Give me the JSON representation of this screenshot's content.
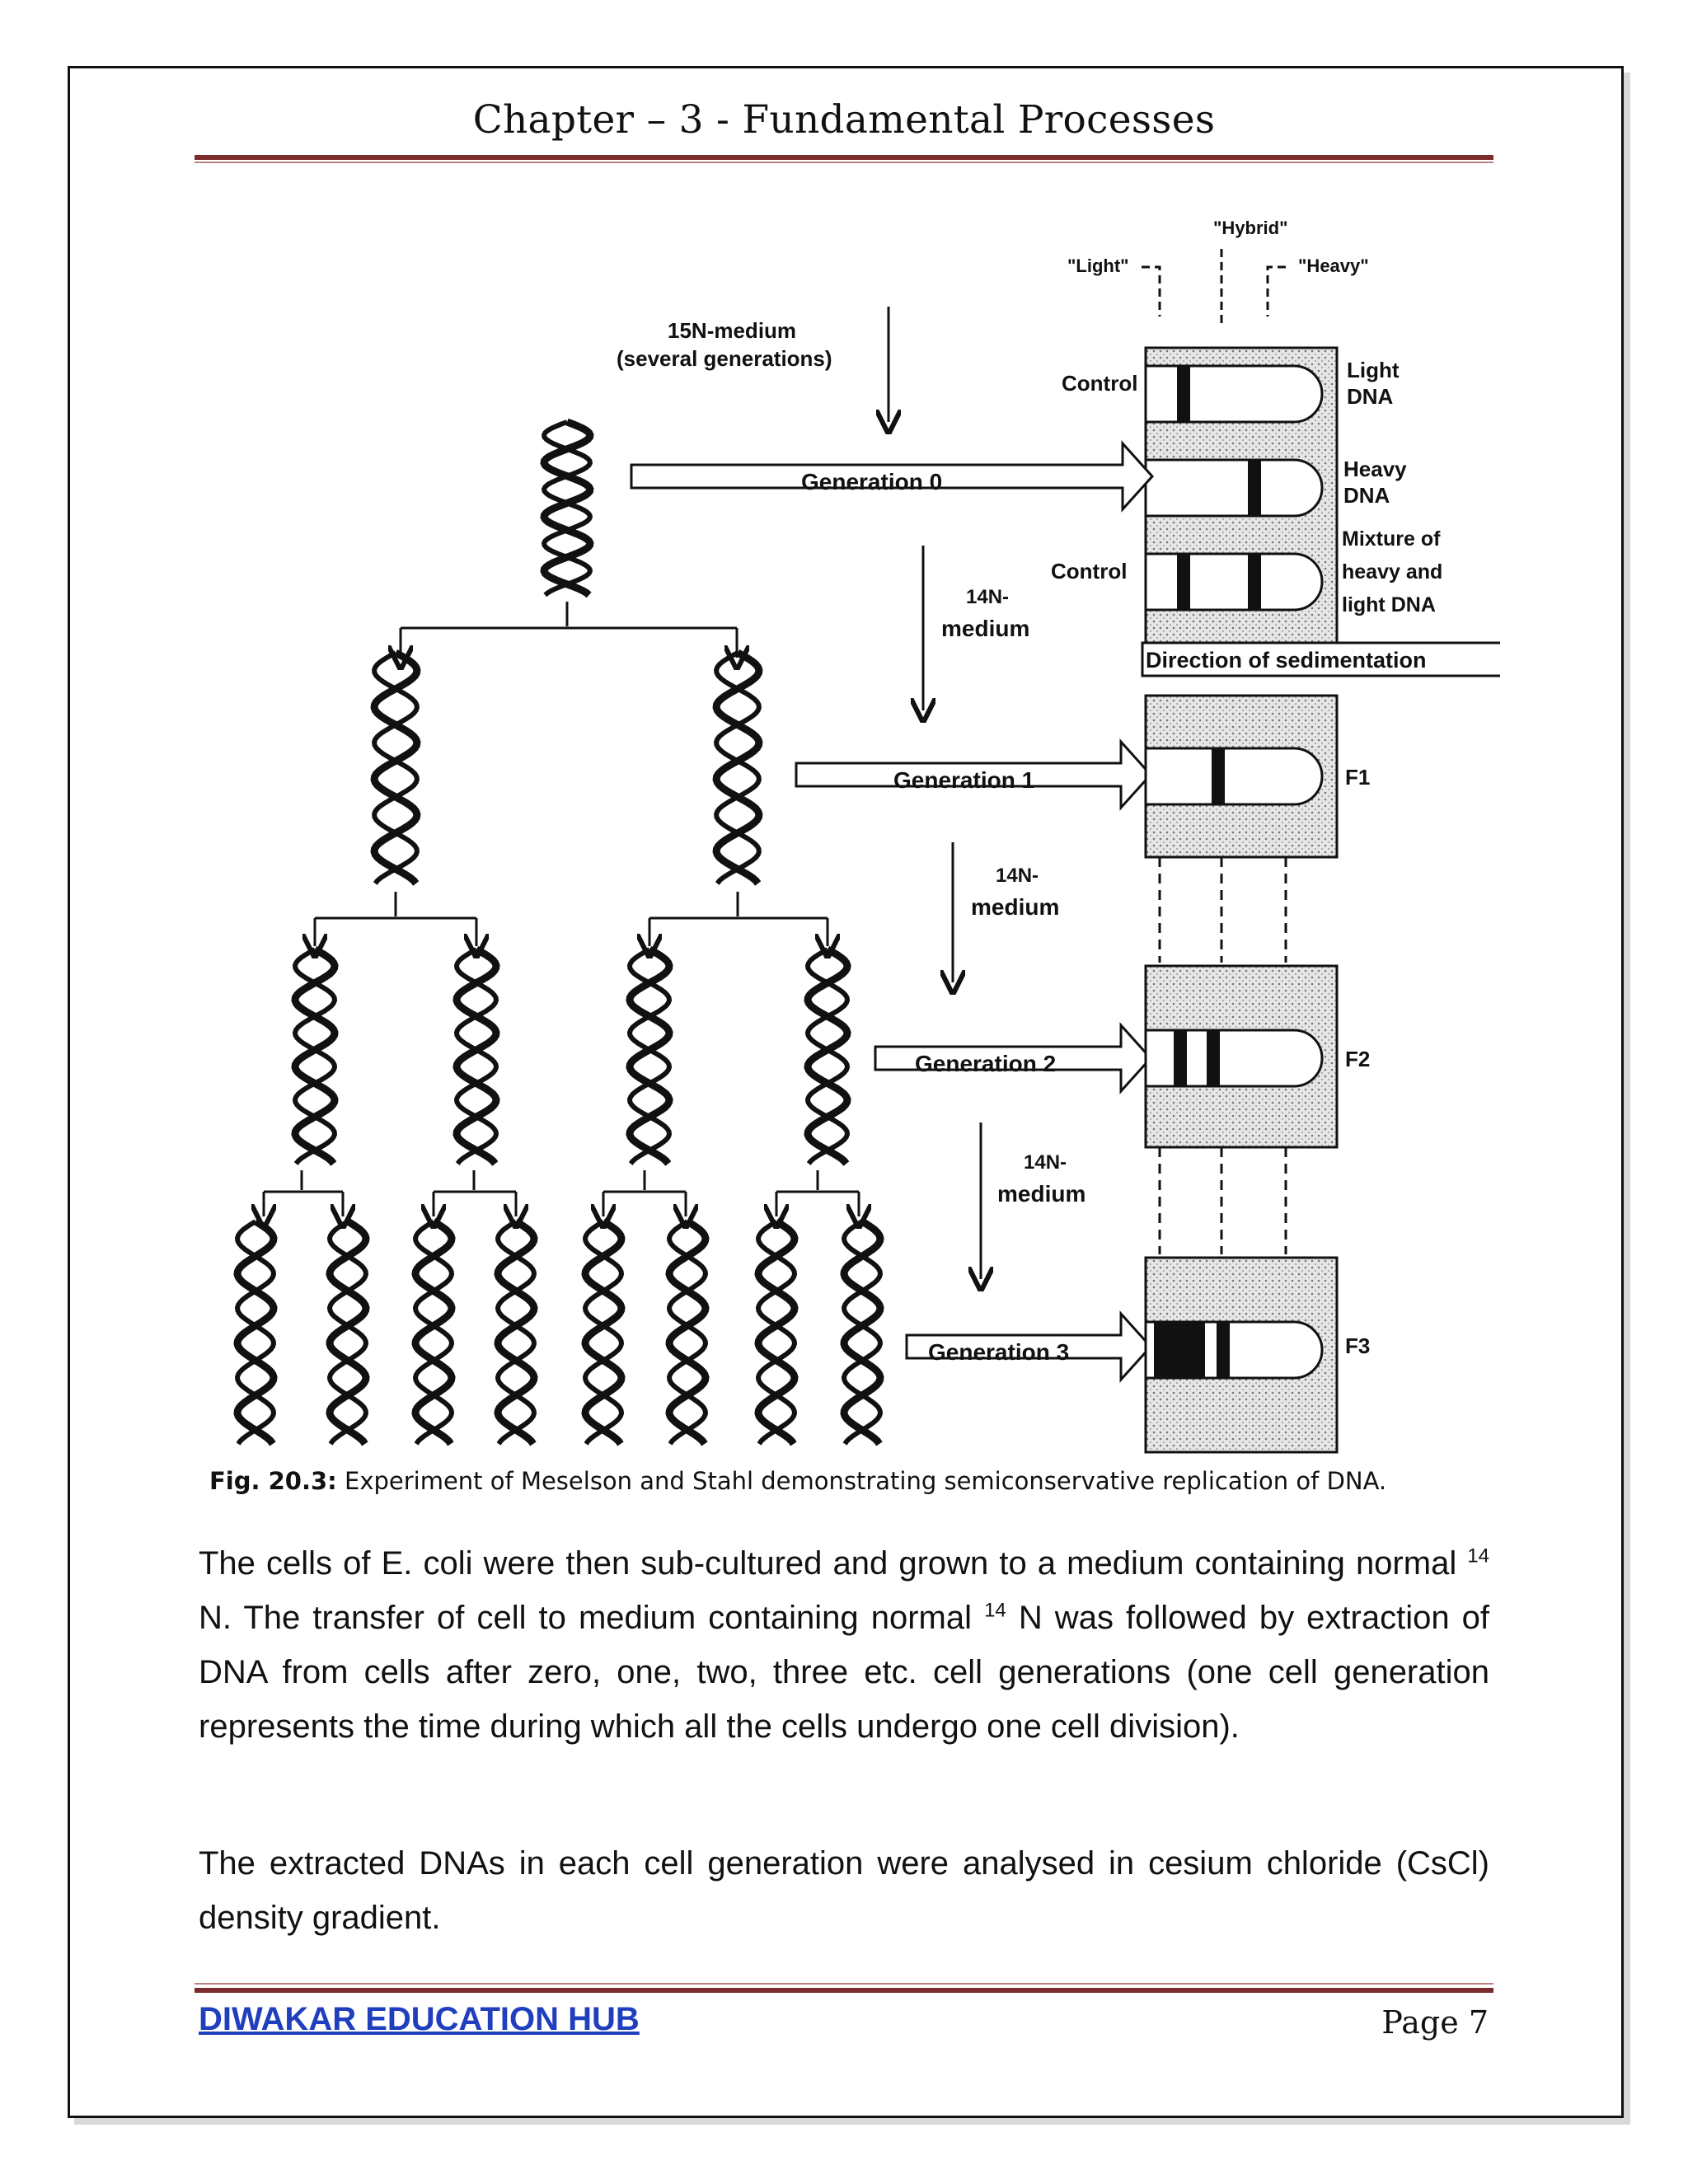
{
  "header": {
    "title": "Chapter – 3 - Fundamental Processes"
  },
  "figure": {
    "labels": {
      "hybrid": "\"Hybrid\"",
      "light": "\"Light\"",
      "heavy": "\"Heavy\"",
      "medium15_line1": "15N-medium",
      "medium15_line2": "(several generations)",
      "control": "Control",
      "light_dna_1": "Light",
      "light_dna_2": "DNA",
      "heavy_dna_1": "Heavy",
      "heavy_dna_2": "DNA",
      "mixture_1": "Mixture of",
      "mixture_2": "heavy and",
      "mixture_3": "light DNA",
      "direction": "Direction of sedimentation",
      "n14_a": "14N-",
      "n14_b": "medium",
      "gen0": "Generation 0",
      "gen1": "Generation 1",
      "gen2": "Generation 2",
      "gen3": "Generation 3",
      "f1": "F1",
      "f2": "F2",
      "f3": "F3"
    },
    "caption_label": "Fig. 20.3:",
    "caption_text": "Experiment of Meselson and Stahl demonstrating semiconservative replication of DNA."
  },
  "body": {
    "p1_a": "The cells of E. coli were then sub-cultured and grown to a medium containing normal ",
    "p1_sup1": "14",
    "p1_b": " N. The transfer of cell to medium containing normal ",
    "p1_sup2": "14",
    "p1_c": " N was followed by extraction of DNA from cells after zero, one, two, three etc. cell generations (one cell generation represents the time during which all the cells undergo one cell division).",
    "p2": "The extracted DNAs in each cell generation were analysed in cesium chloride (CsCl) density gradient."
  },
  "footer": {
    "brand": "DIWAKAR EDUCATION HUB",
    "page": "Page 7"
  }
}
